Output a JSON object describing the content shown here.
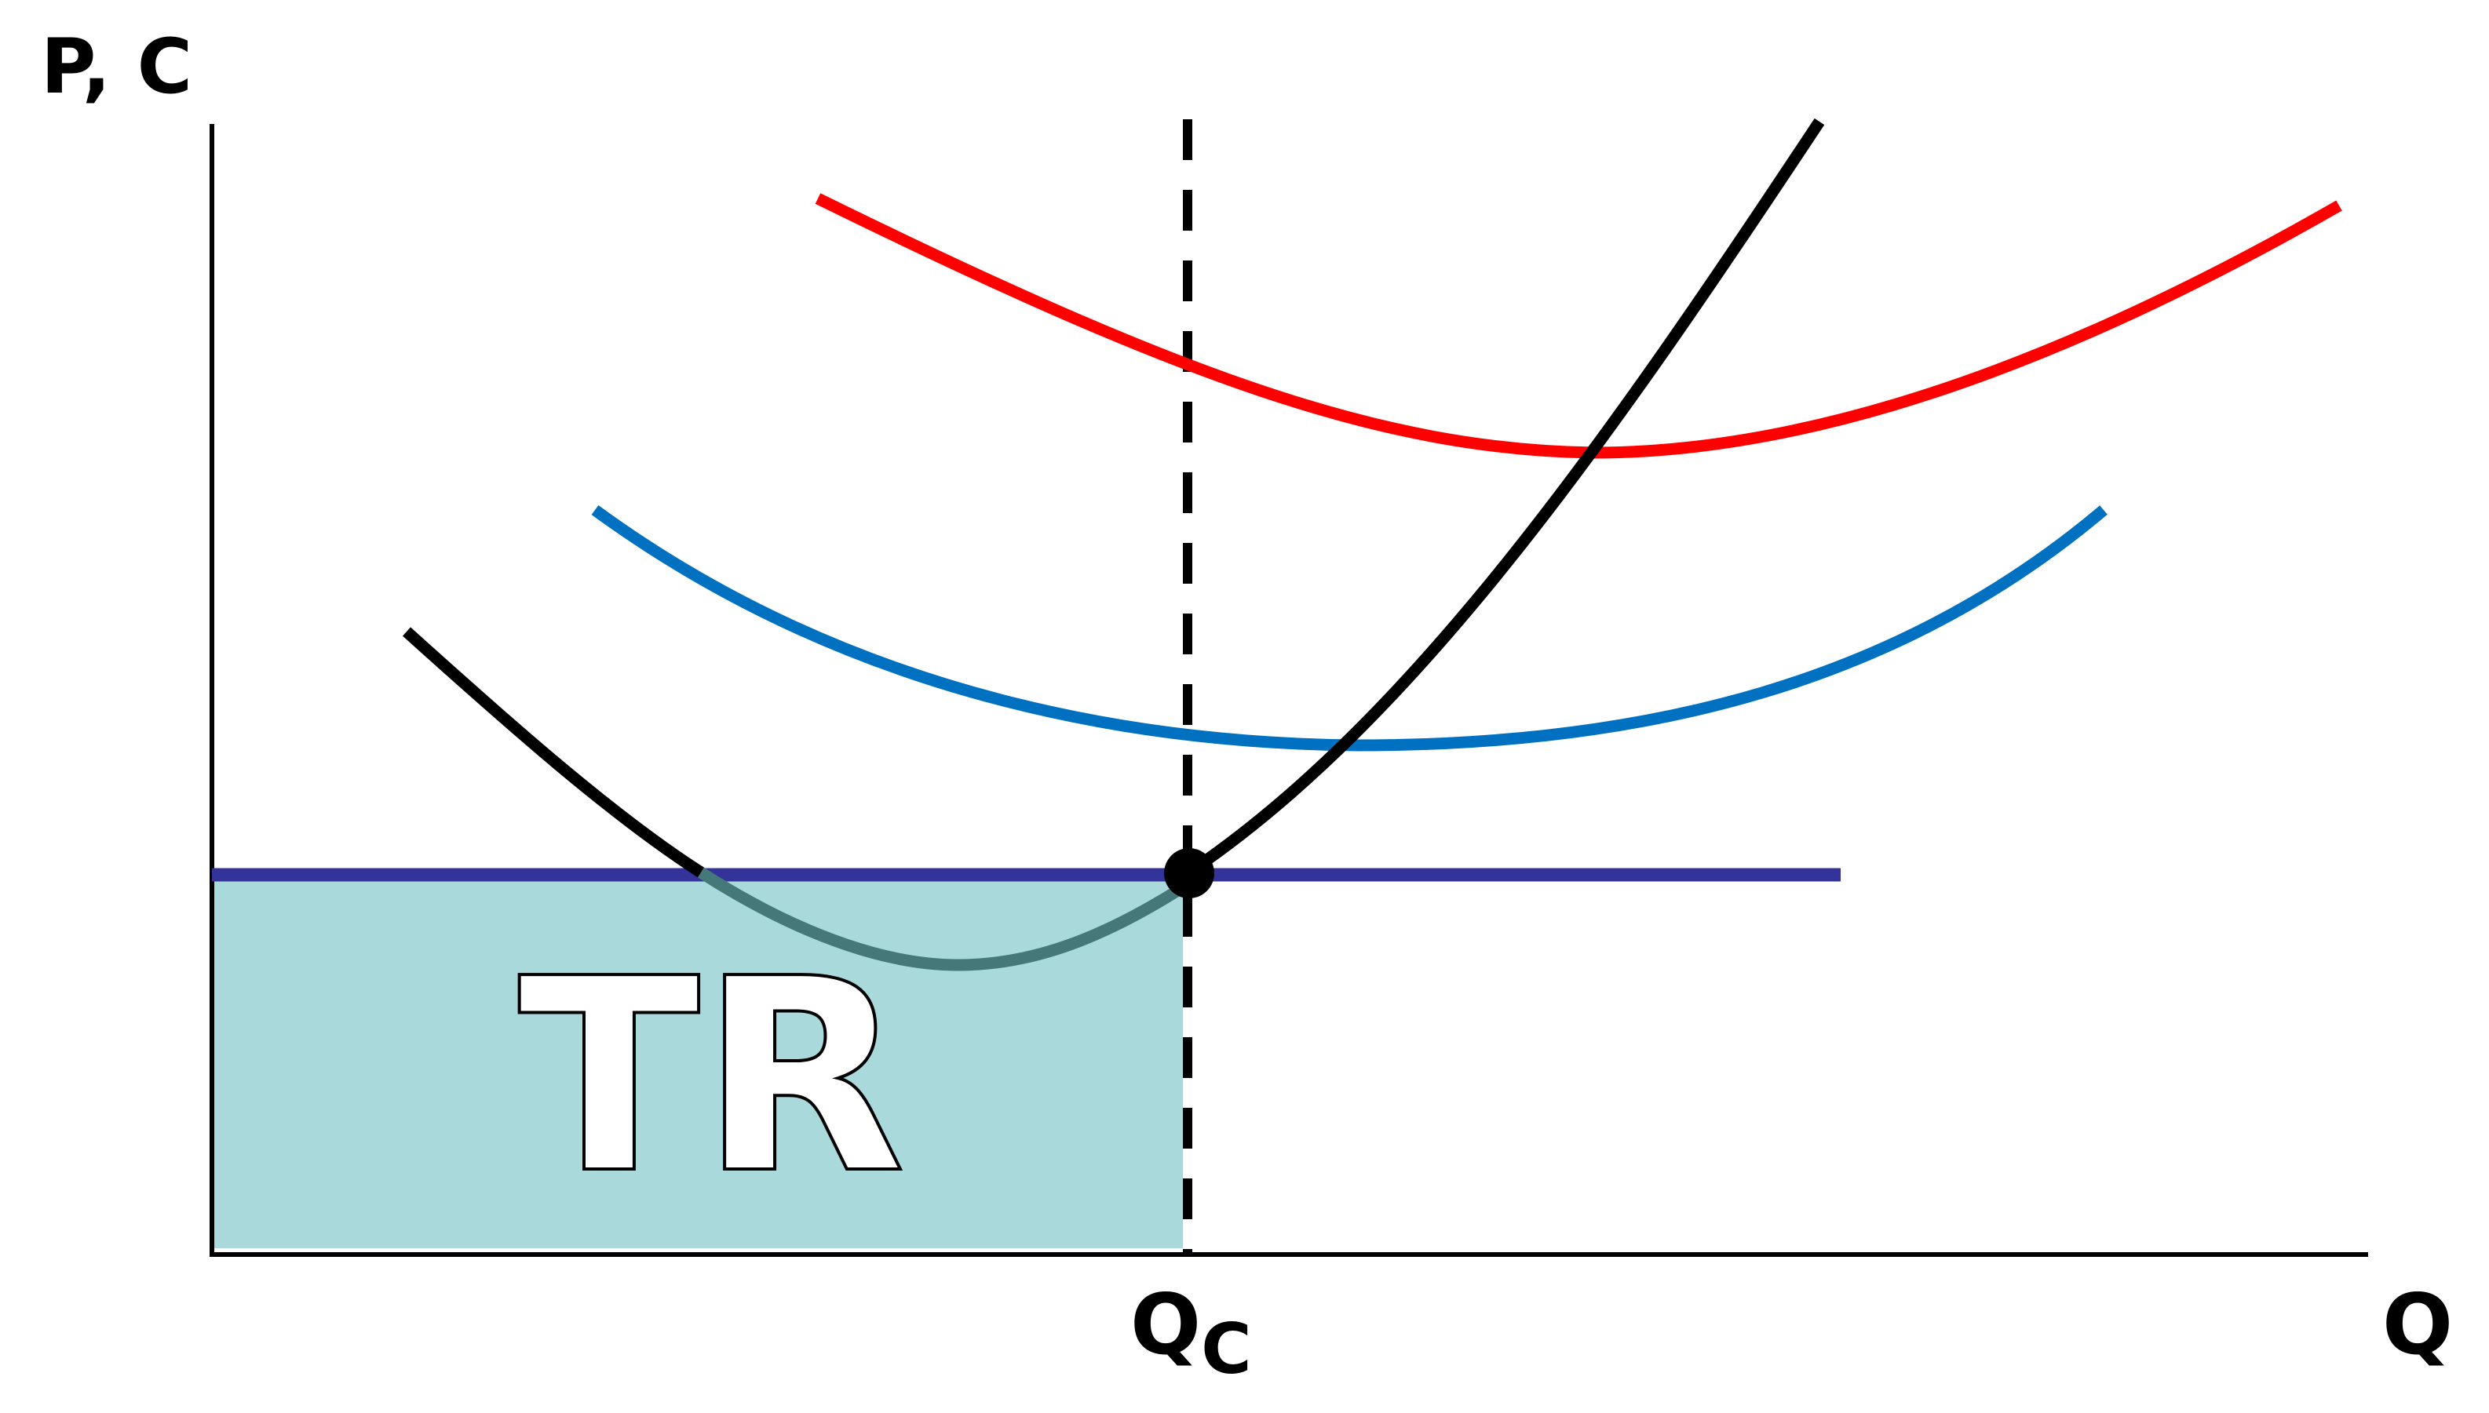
{
  "labels": {
    "y_axis": "P, C",
    "x_axis": "Q",
    "q_marker_main": "Q",
    "q_marker_sub": "C",
    "area": "TR"
  },
  "colors": {
    "background": "#ffffff",
    "axes": "#000000",
    "tr_fill": "#a9d9db",
    "price_line": "#333399",
    "atc_curve": "#ff0000",
    "avc_curve": "#0070c0",
    "mc_curve": "#000000",
    "dashed_line": "#000000",
    "equilibrium_point": "#000000"
  },
  "curves": [
    {
      "id": "atc",
      "shape": "u-shaped",
      "color_key": "atc_curve"
    },
    {
      "id": "avc",
      "shape": "u-shaped",
      "color_key": "avc_curve"
    },
    {
      "id": "mc",
      "shape": "swoosh",
      "color_key": "mc_curve"
    },
    {
      "id": "price",
      "shape": "horizontal",
      "color_key": "price_line"
    }
  ]
}
